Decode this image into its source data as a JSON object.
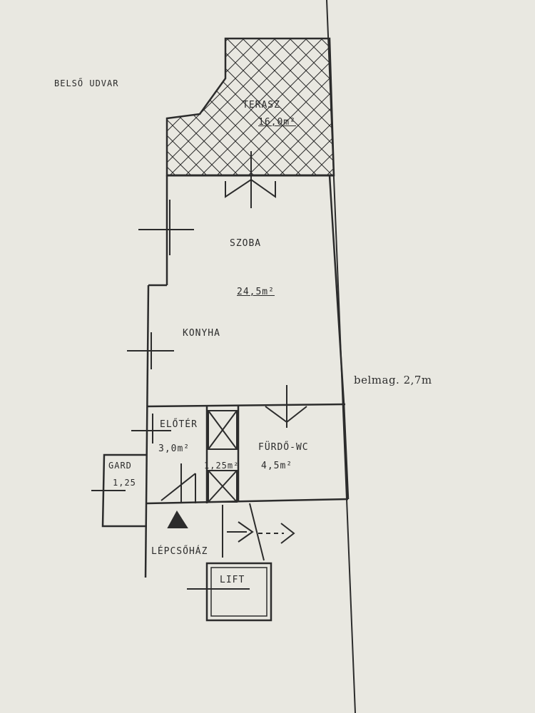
{
  "title": "",
  "labels": {
    "courtyard": "BELSŐ UDVAR",
    "terrace": "TERASZ",
    "terrace_area": "16,0m²",
    "room": "SZOBA",
    "room_area": "24,5m²",
    "kitchen": "KONYHA",
    "ceiling_height": "belmag. 2,7m",
    "hall": "ELŐTÉR",
    "hall_area": "3,0m²",
    "bathroom": "FÜRDŐ-WC",
    "bathroom_area": "4,5m²",
    "storage_area": "1,25m²",
    "wardrobe": "GARD",
    "wardrobe_area": "1,25",
    "stairwell": "LÉPCSŐHÁZ",
    "lift": "LIFT"
  },
  "colors": {
    "paper": "#e9e8e1",
    "ink": "#2c2c2c"
  }
}
